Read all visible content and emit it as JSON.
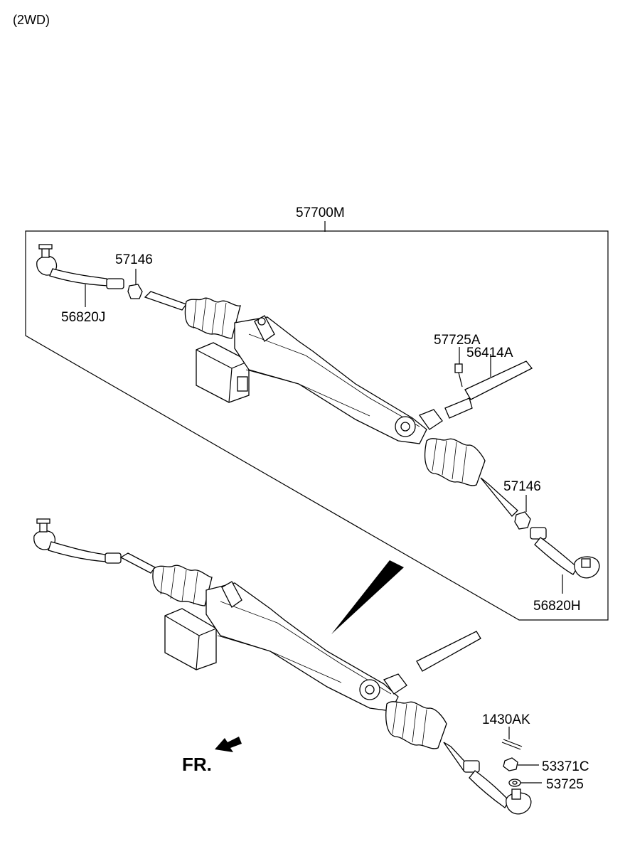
{
  "variant": "(2WD)",
  "assembly_label": "57700M",
  "labels": {
    "tie_rod_end_left": "56820J",
    "lock_nut_left": "57146",
    "bolt": "57725A",
    "boot_link": "56414A",
    "lock_nut_right": "57146",
    "tie_rod_end_right": "56820H",
    "cotter_pin": "1430AK",
    "castle_nut": "53371C",
    "washer": "53725"
  },
  "front_indicator": "FR."
}
